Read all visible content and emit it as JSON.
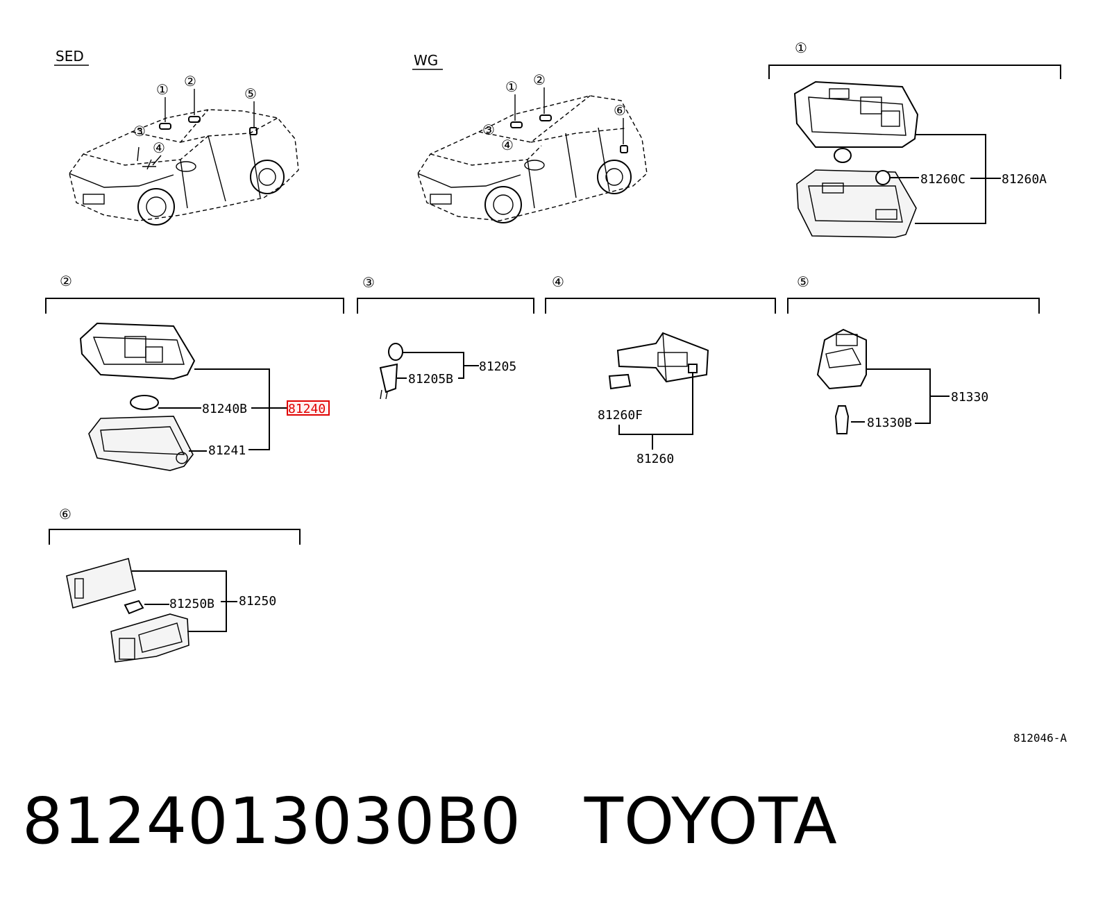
{
  "headers": {
    "sed": "SED",
    "wg": "WG"
  },
  "callouts": [
    "①",
    "②",
    "③",
    "④",
    "⑤",
    "⑥"
  ],
  "parts": {
    "p81260C": "81260C",
    "p81260A": "81260A",
    "p81240B": "81240B",
    "p81240": "81240",
    "p81241": "81241",
    "p81205": "81205",
    "p81205B": "81205B",
    "p81260F": "81260F",
    "p81260": "81260",
    "p81330": "81330",
    "p81330B": "81330B",
    "p81250B": "81250B",
    "p81250": "81250"
  },
  "figure_code": "812046-A",
  "footer": {
    "part_number": "8124013030B0",
    "brand": "TOYOTA"
  },
  "highlight_color": "#e00000"
}
